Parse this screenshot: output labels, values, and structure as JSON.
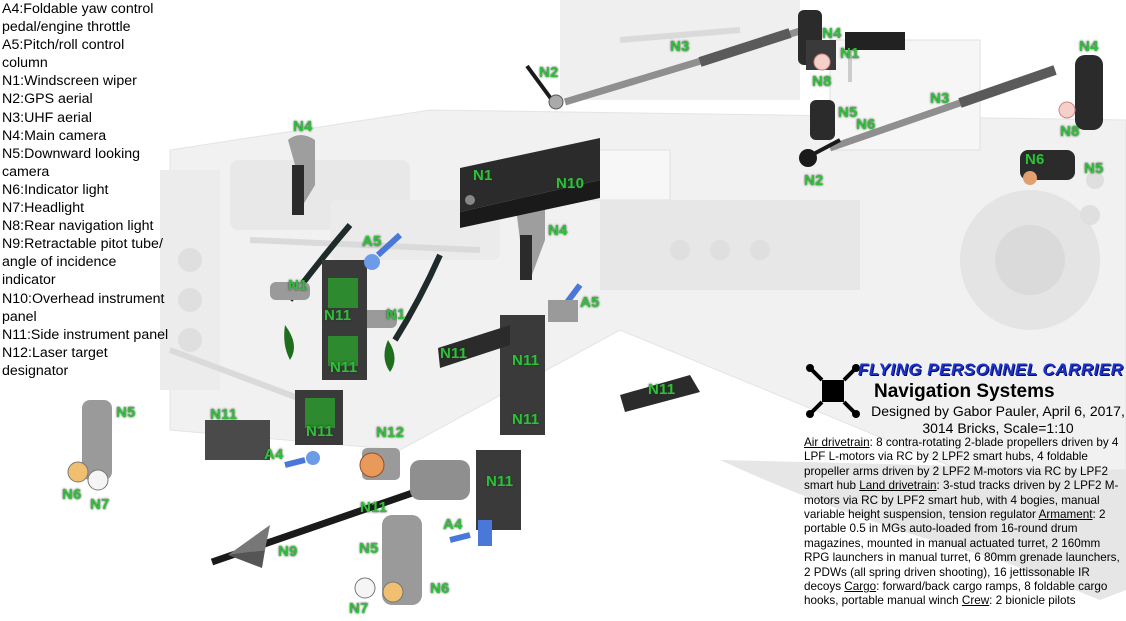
{
  "legend": [
    "A4:Foldable yaw control pedal/engine throttle",
    "A5:Pitch/roll control column",
    "N1:Windscreen wiper",
    "N2:GPS aerial",
    "N3:UHF aerial",
    "N4:Main camera",
    "N5:Downward looking camera",
    "N6:Indicator light",
    "N7:Headlight",
    "N8:Rear navigation light",
    "N9:Retractable pitot tube/ angle of incidence indicator",
    "N10:Overhead instrument panel",
    "N11:Side instrument panel",
    "N12:Laser target designator"
  ],
  "callouts": {
    "n4": "N4",
    "n3": "N3",
    "n1": "N1",
    "n8": "N8",
    "n2": "N2",
    "n5": "N5",
    "n6": "N6",
    "n10": "N10",
    "n11": "N11",
    "a5": "A5",
    "a4": "A4",
    "n12": "N12",
    "n9": "N9",
    "n7": "N7"
  },
  "info": {
    "title": "FLYING PERSONNEL CARRIER",
    "subtitle": "Navigation Systems",
    "designer": "Designed by Gabor Pauler, April 6, 2017, 3014 Bricks, Scale=1:10",
    "h_air": "Air drivetrain",
    "t_air": ": 8 contra-rotating 2-blade propellers driven by 4 LPF L-motors via RC by 2 LPF2 smart hubs, 4 foldable propeller arms driven by 2 LPF2 M-motors via RC by LPF2 smart hub ",
    "h_land": "Land drivetrain",
    "t_land": ": 3-stud tracks driven by 2 LPF2 M-motors via RC by LPF2 smart hub, with 4 bogies, manual variable height suspension, tension regulator ",
    "h_arm": "Armament",
    "t_arm": ": 2 portable 0.5 in MGs auto-loaded from 16-round drum magazines, mounted in manual actuated turret, 2 160mm RPG launchers in manual turret, 6 80mm grenade launchers, 2 PDWs (all spring driven shooting), 16 jettissonable IR decoys ",
    "h_cargo": "Cargo",
    "t_cargo": ": forward/back cargo ramps, 8 foldable cargo hooks, portable manual winch ",
    "h_crew": "Crew",
    "t_crew": ": 2 bionicle pilots"
  },
  "colors": {
    "label_green": "#2fbf3a",
    "title_blue": "#1a33cc",
    "part_dark": "#2b2b2b",
    "part_gray": "#9a9a9a",
    "panel_green": "#2e8a2e",
    "accent_blue": "#4a78d8",
    "lens_orange": "#e89a5a",
    "ghost_gray": "#d8d8d8"
  }
}
